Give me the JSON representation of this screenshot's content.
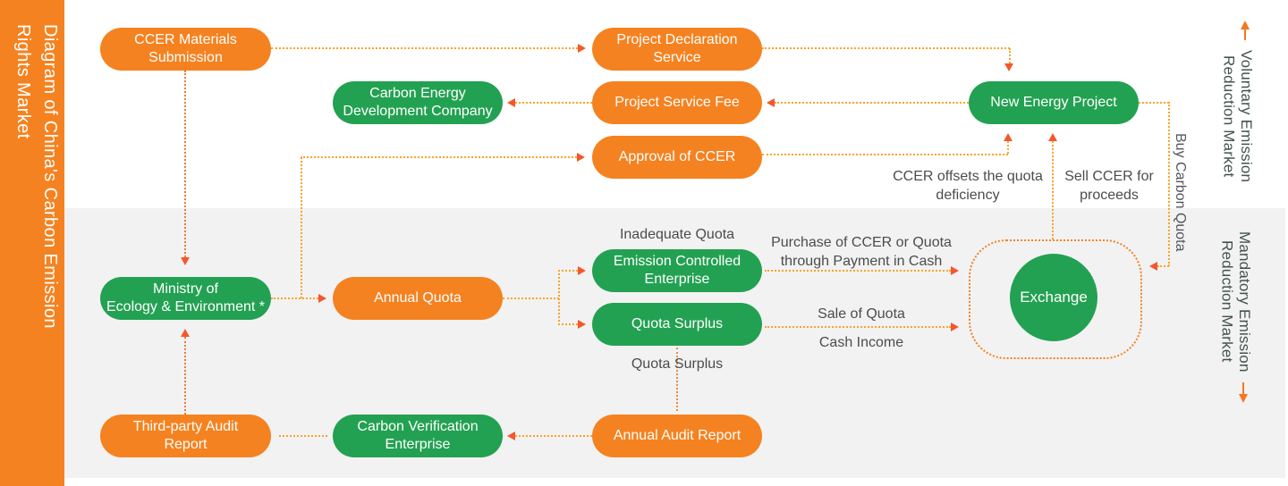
{
  "sidebar": {
    "title": "Diagram of China's Carbon Emission\nRights Market"
  },
  "nodes": {
    "ccer_materials": "CCER Materials\nSubmission",
    "project_declaration": "Project Declaration\nService",
    "carbon_energy": "Carbon Energy\nDevelopment Company",
    "project_service_fee": "Project Service Fee",
    "new_energy_project": "New Energy Project",
    "approval_ccer": "Approval of CCER",
    "ministry": "Ministry of\nEcology & Environment *",
    "annual_quota": "Annual Quota",
    "emission_controlled": "Emission Controlled\nEnterprise",
    "quota_surplus": "Quota Surplus",
    "exchange": "Exchange",
    "third_party_audit": "Third-party Audit\nReport",
    "carbon_verification": "Carbon Verification\nEnterprise",
    "annual_audit": "Annual Audit Report"
  },
  "labels": {
    "inadequate_quota": "Inadequate Quota",
    "quota_surplus": "Quota Surplus",
    "purchase": "Purchase of CCER or Quota\nthrough Payment in Cash",
    "sale_of_quota": "Sale of Quota",
    "cash_income": "Cash Income",
    "ccer_offsets": "CCER offsets the quota\ndeficiency",
    "sell_ccer": "Sell CCER for\nproceeds",
    "buy_carbon_quota": "Buy Carbon Quota",
    "voluntary_market": "Voluntary Emission\nReduction Market",
    "mandatory_market": "Mandatory Emission\nReduction Market"
  },
  "colors": {
    "orange": "#F58220",
    "green": "#23A152",
    "arrowhead": "#F4572B",
    "dots": "#F9A428",
    "label_text": "#4C4C4C",
    "market_text": "#42544A",
    "band_bg": "#F2F2F3"
  }
}
